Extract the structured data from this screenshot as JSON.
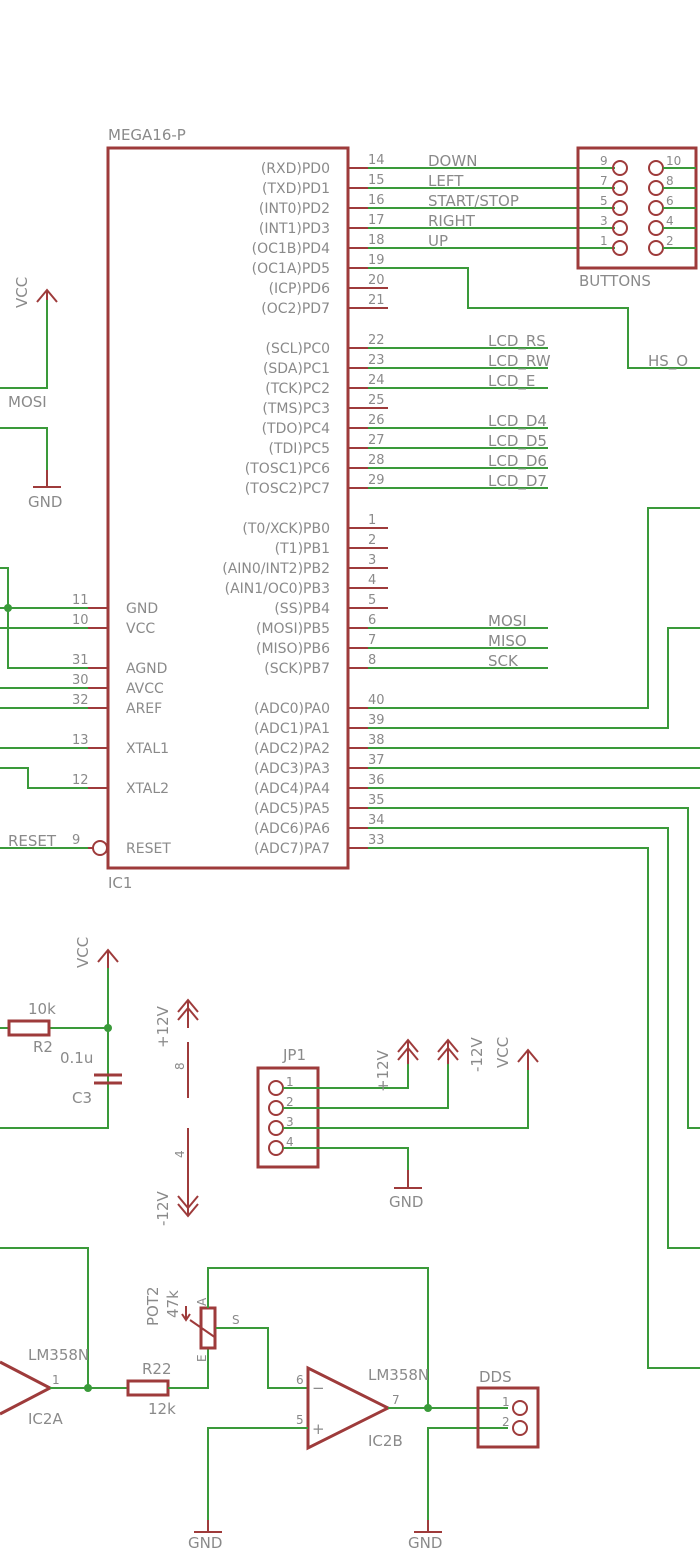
{
  "colors": {
    "component": "#9e3b3b",
    "wire": "#3a9a3a",
    "text": "#8a8a8a",
    "background": "#ffffff"
  },
  "mcu": {
    "name": "MEGA16-P",
    "ref": "IC1",
    "left_pins": [
      {
        "num": "11",
        "name": "GND"
      },
      {
        "num": "10",
        "name": "VCC"
      },
      {
        "num": "31",
        "name": "AGND"
      },
      {
        "num": "30",
        "name": "AVCC"
      },
      {
        "num": "32",
        "name": "AREF"
      },
      {
        "num": "13",
        "name": "XTAL1"
      },
      {
        "num": "12",
        "name": "XTAL2"
      },
      {
        "num": "9",
        "name": "RESET"
      }
    ],
    "right_pins": [
      {
        "num": "14",
        "name": "(RXD)PD0"
      },
      {
        "num": "15",
        "name": "(TXD)PD1"
      },
      {
        "num": "16",
        "name": "(INT0)PD2"
      },
      {
        "num": "17",
        "name": "(INT1)PD3"
      },
      {
        "num": "18",
        "name": "(OC1B)PD4"
      },
      {
        "num": "19",
        "name": "(OC1A)PD5"
      },
      {
        "num": "20",
        "name": "(ICP)PD6"
      },
      {
        "num": "21",
        "name": "(OC2)PD7"
      },
      {
        "num": "22",
        "name": "(SCL)PC0"
      },
      {
        "num": "23",
        "name": "(SDA)PC1"
      },
      {
        "num": "24",
        "name": "(TCK)PC2"
      },
      {
        "num": "25",
        "name": "(TMS)PC3"
      },
      {
        "num": "26",
        "name": "(TDO)PC4"
      },
      {
        "num": "27",
        "name": "(TDI)PC5"
      },
      {
        "num": "28",
        "name": "(TOSC1)PC6"
      },
      {
        "num": "29",
        "name": "(TOSC2)PC7"
      },
      {
        "num": "1",
        "name": "(T0/XCK)PB0"
      },
      {
        "num": "2",
        "name": "(T1)PB1"
      },
      {
        "num": "3",
        "name": "(AIN0/INT2)PB2"
      },
      {
        "num": "4",
        "name": "(AIN1/OC0)PB3"
      },
      {
        "num": "5",
        "name": "(SS)PB4"
      },
      {
        "num": "6",
        "name": "(MOSI)PB5"
      },
      {
        "num": "7",
        "name": "(MISO)PB6"
      },
      {
        "num": "8",
        "name": "(SCK)PB7"
      },
      {
        "num": "40",
        "name": "(ADC0)PA0"
      },
      {
        "num": "39",
        "name": "(ADC1)PA1"
      },
      {
        "num": "38",
        "name": "(ADC2)PA2"
      },
      {
        "num": "37",
        "name": "(ADC3)PA3"
      },
      {
        "num": "36",
        "name": "(ADC4)PA4"
      },
      {
        "num": "35",
        "name": "(ADC5)PA5"
      },
      {
        "num": "34",
        "name": "(ADC6)PA6"
      },
      {
        "num": "33",
        "name": "(ADC7)PA7"
      }
    ]
  },
  "nets": {
    "down": "DOWN",
    "left": "LEFT",
    "startstop": "START/STOP",
    "right": "RIGHT",
    "up": "UP",
    "hs_o": "HS_O",
    "lcd_rs": "LCD_RS",
    "lcd_rw": "LCD_RW",
    "lcd_e": "LCD_E",
    "lcd_d4": "LCD_D4",
    "lcd_d5": "LCD_D5",
    "lcd_d6": "LCD_D6",
    "lcd_d7": "LCD_D7",
    "mosi": "MOSI",
    "miso": "MISO",
    "sck": "SCK",
    "mosi_left": "MOSI",
    "reset": "RESET"
  },
  "buttons": {
    "name": "BUTTONS",
    "pins_left": [
      "9",
      "7",
      "5",
      "3",
      "1"
    ],
    "pins_right": [
      "10",
      "8",
      "6",
      "4",
      "2"
    ]
  },
  "supplies": {
    "vcc_top": "VCC",
    "gnd_top": "GND",
    "vcc_reset": "VCC",
    "p12_a": "+12V",
    "p12_pin": "8",
    "m12_pin": "4",
    "m12_a": "-12V",
    "p12_b": "+12V",
    "m12_b": "-12V",
    "vcc_jp": "VCC",
    "gnd_jp": "GND",
    "gnd_b1": "GND",
    "gnd_b2": "GND"
  },
  "reset_parts": {
    "r2_value": "10k",
    "r2_name": "R2",
    "c3_value": "0.1u",
    "c3_name": "C3"
  },
  "jp1": {
    "name": "JP1",
    "pins": [
      "1",
      "2",
      "3",
      "4"
    ]
  },
  "opamps": {
    "ic2a_type": "LM358N",
    "ic2a_name": "IC2A",
    "ic2a_pin": "1",
    "ic2b_type": "LM358N",
    "ic2b_name": "IC2B",
    "ic2b_pin_minus": "6",
    "ic2b_pin_plus": "5",
    "ic2b_pin_out": "7"
  },
  "r22": {
    "name": "R22",
    "value": "12k"
  },
  "pot2": {
    "name": "POT2",
    "value": "47k",
    "a": "A",
    "e": "E",
    "s": "S"
  },
  "dds": {
    "name": "DDS",
    "pins": [
      "1",
      "2"
    ]
  }
}
